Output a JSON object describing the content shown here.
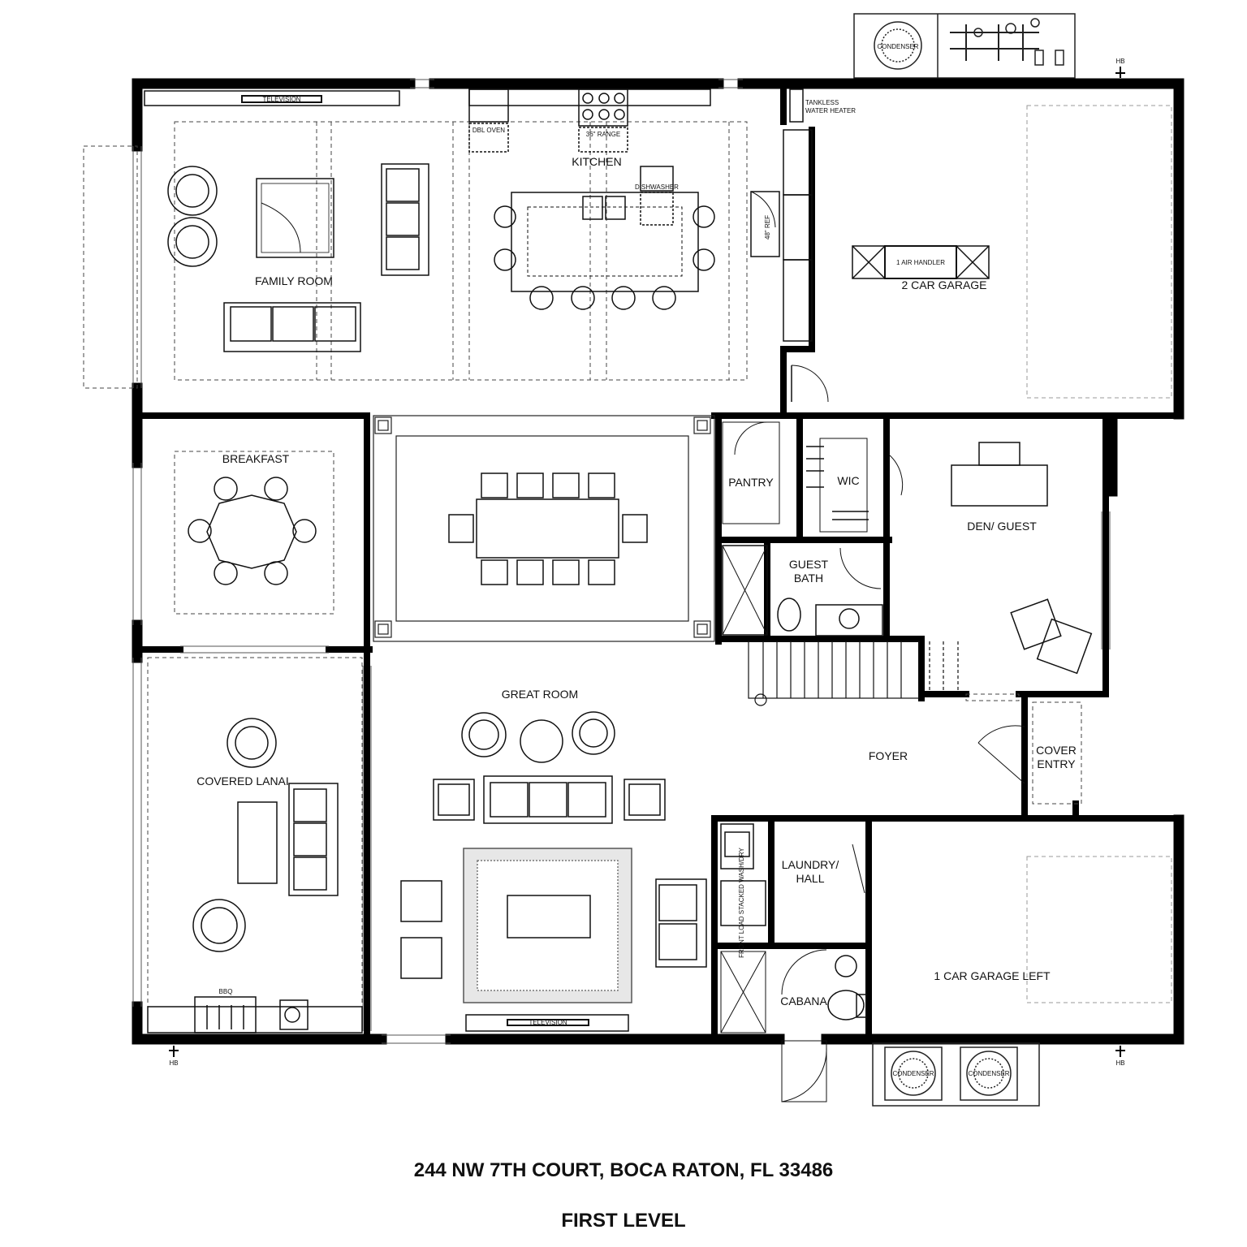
{
  "rooms": {
    "family_room": "FAMILY ROOM",
    "kitchen": "KITCHEN",
    "two_car_garage": "2 CAR GARAGE",
    "breakfast": "BREAKFAST",
    "pantry": "PANTRY",
    "wic": "WIC",
    "den_guest": "DEN/ GUEST",
    "guest_bath_1": "GUEST",
    "guest_bath_2": "BATH",
    "great_room": "GREAT ROOM",
    "foyer": "FOYER",
    "cover_entry_1": "COVER",
    "cover_entry_2": "ENTRY",
    "covered_lanai": "COVERED LANAI",
    "laundry_1": "LAUNDRY/",
    "laundry_2": "HALL",
    "one_car_garage": "1 CAR GARAGE LEFT",
    "cabana": "CABANA"
  },
  "fixtures": {
    "tankless_1": "TANKLESS",
    "tankless_2": "WATER HEATER",
    "air_handler": "1 AIR HANDLER",
    "dishwasher": "DISHWASHER",
    "oven": "DBL OVEN",
    "range": "36\" RANGE",
    "television_top": "TELEVISION",
    "television_bottom": "TELEVISION",
    "bbq": "BBQ",
    "washer": "FRONT LOAD STACKED WASH/DRY",
    "refrigerator": "48\" REF",
    "condenser": "CONDENSER",
    "hose_bib": "HB"
  },
  "footer": {
    "address": "244 NW 7TH COURT, BOCA RATON, FL 33486",
    "level": "FIRST LEVEL"
  }
}
